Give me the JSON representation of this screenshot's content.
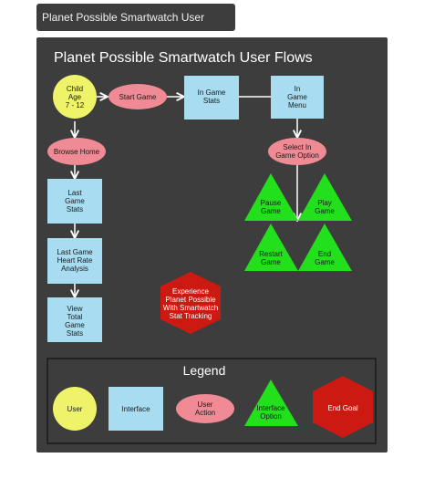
{
  "tab_title": "Planet Possible Smartwatch User Flows",
  "board_title": "Planet Possible Smartwatch User Flows",
  "nodes": {
    "child": [
      "Child",
      "Age",
      "7 - 12"
    ],
    "start_game": [
      "Start Game"
    ],
    "in_game_stats": [
      "In Game",
      "Stats"
    ],
    "in_game_menu": [
      "In",
      "Game",
      "Menu"
    ],
    "browse_home": [
      "Browse Home"
    ],
    "select_option": [
      "Select In",
      "Game Option"
    ],
    "last_game_stats": [
      "Last",
      "Game",
      "Stats"
    ],
    "pause_game": [
      "Pause",
      "Game"
    ],
    "play_game": [
      "Play",
      "Game"
    ],
    "heart_rate": [
      "Last Game",
      "Heart Rate",
      "Analysis"
    ],
    "restart_game": [
      "Restart",
      "Game"
    ],
    "end_game": [
      "End",
      "Game"
    ],
    "total_stats": [
      "View",
      "Total",
      "Game",
      "Stats"
    ],
    "goal": [
      "Experience",
      "Planet Possible",
      "With Smartwatch",
      "Stat Tracking"
    ]
  },
  "legend": {
    "title": "Legend",
    "user": [
      "User"
    ],
    "interface": [
      "Interface"
    ],
    "user_action": [
      "User",
      "Action"
    ],
    "interface_option": [
      "Interface",
      "Option"
    ],
    "end_goal": [
      "End Goal"
    ]
  },
  "colors": {
    "board": "#3d3d3d",
    "user": "#eef36a",
    "interface": "#a8dcf0",
    "action": "#f08a94",
    "option": "#22e01c",
    "goal": "#cc1a12",
    "arrow": "#ffffff"
  }
}
